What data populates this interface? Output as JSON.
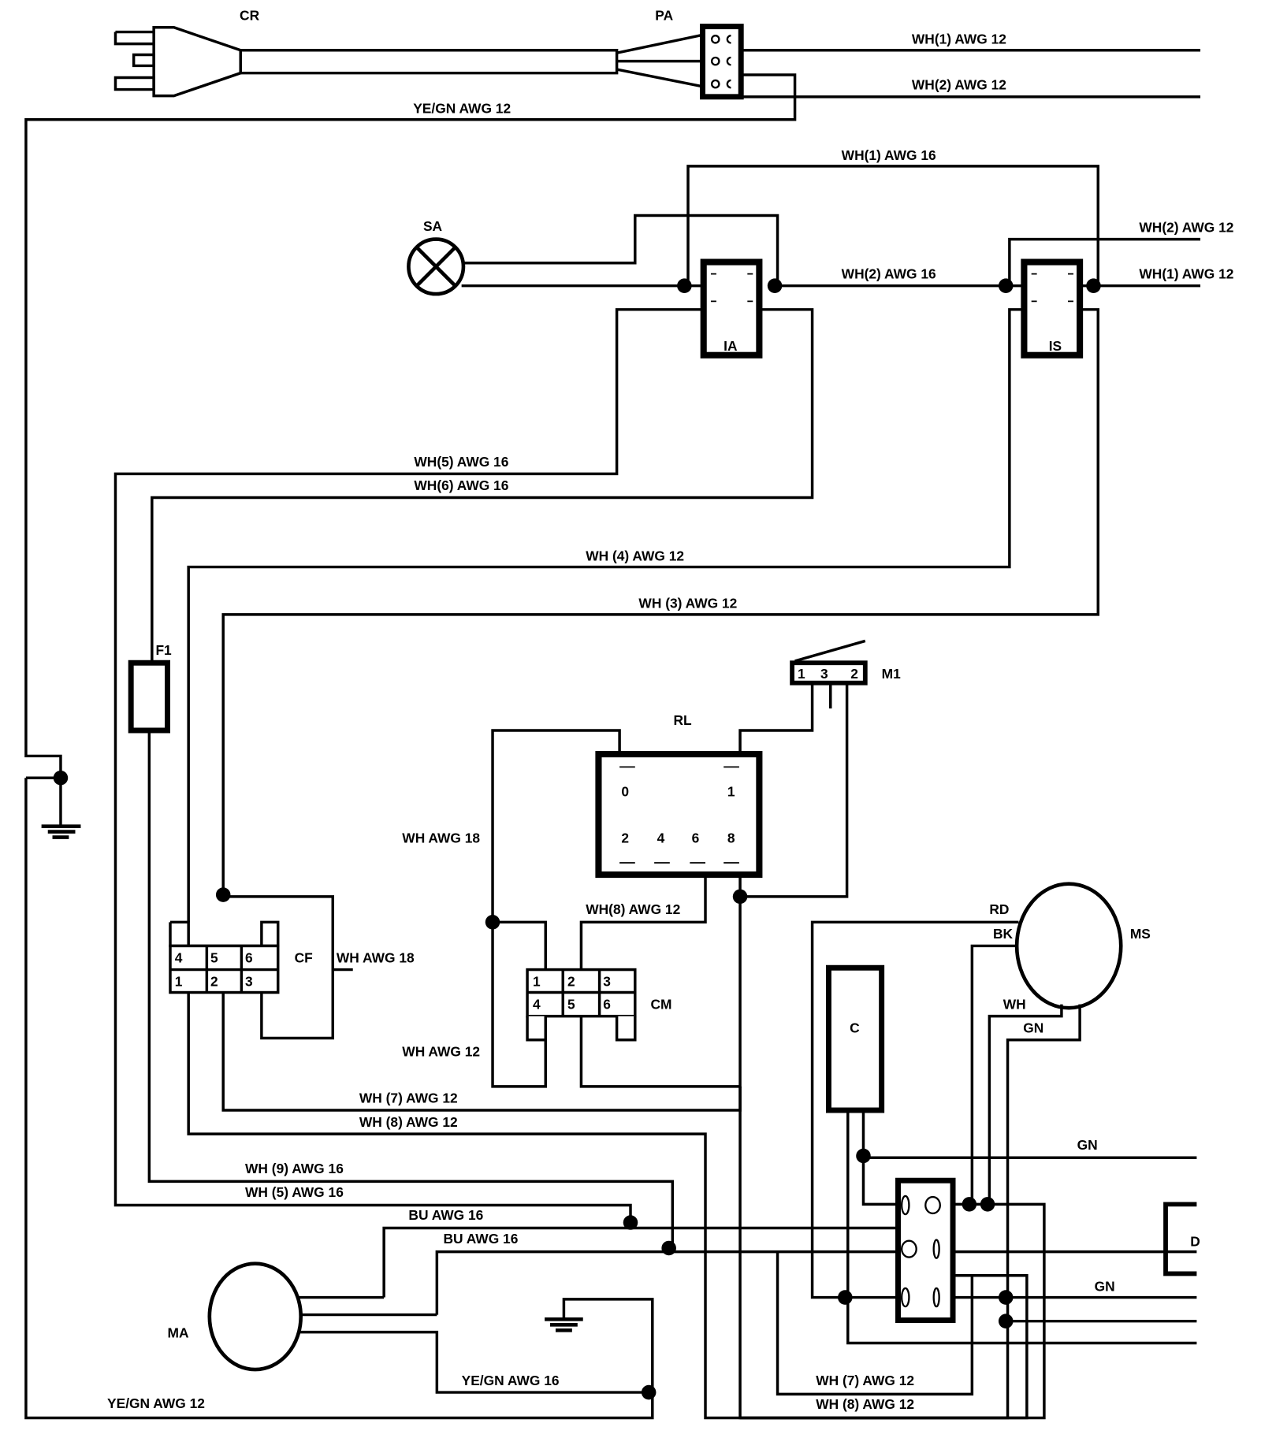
{
  "components": {
    "CR": "CR",
    "PA": "PA",
    "SA": "SA",
    "IA": "IA",
    "IS": "IS",
    "F1": "F1",
    "M1": "M1",
    "RL": "RL",
    "CF": "CF",
    "CM": "CM",
    "MS": "MS",
    "C": "C",
    "MA": "MA",
    "D": "D"
  },
  "wires": {
    "pa_wh1": "WH(1) AWG 12",
    "pa_wh2": "WH(2) AWG 12",
    "yegn_top": "YE/GN AWG 12",
    "wh1_16": "WH(1) AWG 16",
    "wh2_16": "WH(2) AWG 16",
    "is_wh2_12": "WH(2) AWG 12",
    "is_wh1_12": "WH(1) AWG 12",
    "wh5_16": "WH(5) AWG 16",
    "wh6_16": "WH(6) AWG 16",
    "wh4_12": "WH (4) AWG 12",
    "wh3_12": "WH (3) AWG 12",
    "wh_awg18_rl": "WH AWG 18",
    "wh_awg18_cf": "WH AWG 18",
    "wh8_cm": "WH(8)  AWG 12",
    "wh_awg12_cm": "WH AWG 12",
    "wh7_mid": "WH (7) AWG 12",
    "wh8_mid": "WH (8) AWG 12",
    "wh9_16": "WH (9) AWG 16",
    "wh5_16b": "WH (5) AWG 16",
    "bu1": "BU AWG 16",
    "bu2": "BU AWG 16",
    "yegn16": "YE/GN AWG 16",
    "yegn_bottom": "YE/GN AWG 12",
    "wh7_bot": "WH (7) AWG 12",
    "wh8_bot": "WH (8) AWG 12",
    "ms_rd": "RD",
    "ms_bk": "BK",
    "ms_wh": "WH",
    "ms_gn": "GN",
    "gn_top": "GN",
    "gn_bot": "GN"
  },
  "pins": {
    "m1": [
      "1",
      "3",
      "2"
    ],
    "rl_top": [
      "0",
      "1"
    ],
    "rl_bottom": [
      "2",
      "4",
      "6",
      "8"
    ],
    "cf_top": [
      "4",
      "5",
      "6"
    ],
    "cf_bottom": [
      "1",
      "2",
      "3"
    ],
    "cm_top": [
      "1",
      "2",
      "3"
    ],
    "cm_bottom": [
      "4",
      "5",
      "6"
    ]
  }
}
